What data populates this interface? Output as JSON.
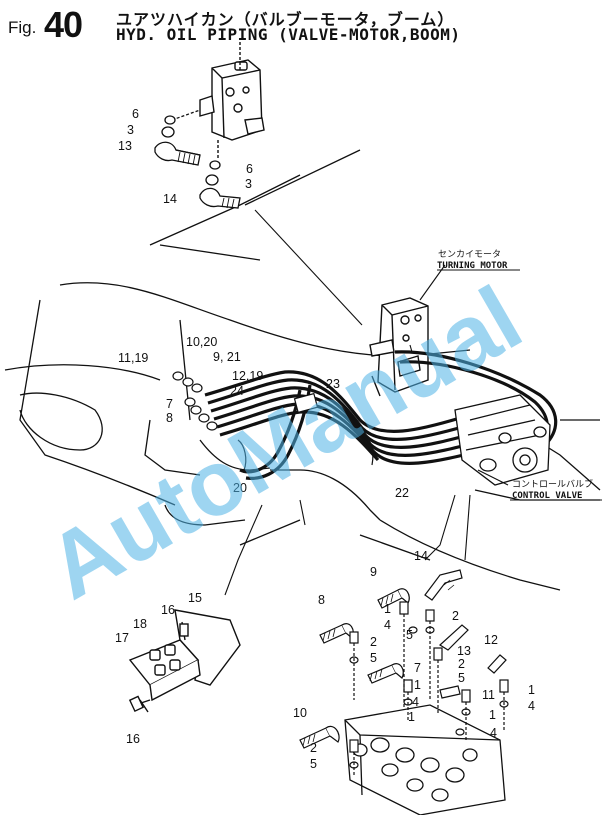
{
  "header": {
    "fig_word": "Fig.",
    "fig_number": "40",
    "title_jp": "ユアツハイカン（バルブーモータ，ブーム）",
    "title_en": "HYD. OIL PIPING (VALVE-MOTOR,BOOM)"
  },
  "callouts": {
    "turning_motor_jp": "センカイモータ",
    "turning_motor_en": "TURNING MOTOR",
    "control_valve_jp": "コントロールバルブ",
    "control_valve_en": "CONTROL VALVE"
  },
  "watermark": "AutoManual",
  "part_labels": {
    "p_6a": "6",
    "p_3a": "3",
    "p_13a": "13",
    "p_6b": "6",
    "p_3b": "3",
    "p_14a": "14",
    "p_10_20": "10,20",
    "p_11_19": "11,19",
    "p_9_21": "9, 21",
    "p_12_19": "12,19",
    "p_24": "24",
    "p_7a": "7",
    "p_8a": "8",
    "p_23": "23",
    "p_20": "20",
    "p_22": "22",
    "p_15": "15",
    "p_16a": "16",
    "p_17": "17",
    "p_18": "18",
    "p_16b": "16",
    "p_14b": "14",
    "p_9b": "9",
    "p_8b": "8",
    "p_1a": "1",
    "p_2a": "2",
    "p_4a": "4",
    "p_5a": "5",
    "p_2b": "2",
    "p_5b": "5",
    "p_13b": "13",
    "p_2c": "2",
    "p_12b": "12",
    "p_7b": "7",
    "p_1b": "1",
    "p_5c": "5",
    "p_11b": "11",
    "p_1c": "1",
    "p_4b": "4",
    "p_1d": "1",
    "p_4c": "4",
    "p_10b": "10",
    "p_2d": "2",
    "p_5d": "5",
    "p_1e": "1",
    "p_4d": "4"
  }
}
